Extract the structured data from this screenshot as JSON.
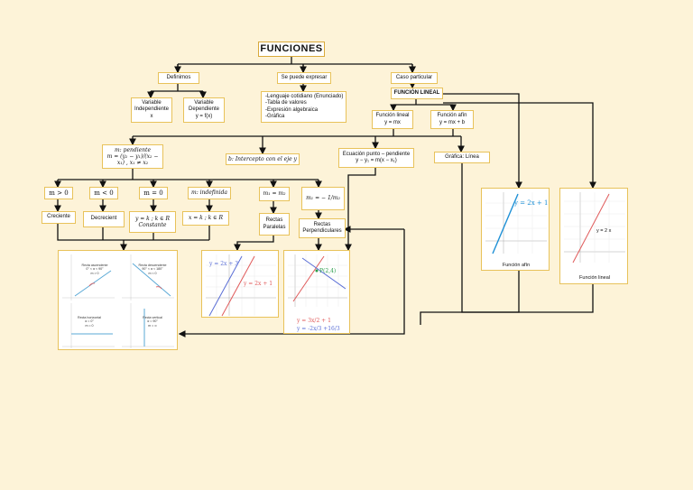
{
  "title": "FUNCIONES",
  "level1": {
    "definimos": "Definimos",
    "se_puede_expresar": "Se puede expresar",
    "caso_particular": "Caso particular"
  },
  "variables": {
    "independiente": "Variable\nIndependiente\nx",
    "dependiente": "Variable\nDependiente\ny = f(x)"
  },
  "expresar_list": "-Lenguaje cotidiano (Enunciado)\n-Tabla de valores\n-Expresión algebraica\n-Gráfica",
  "funcion_lineal_title": "FUNCIÓN LINEAL",
  "funcion_lineal": "Función lineal\ny = mx",
  "funcion_afin": "Función afín\ny = mx + b",
  "pendiente": "m: pendiente\nm = (y₂ − y₁)/(x₂ − x₁) , x₁ ≠ x₂",
  "intercepto": "b: Intercepto con el eje y",
  "punto_pendiente": "Ecuación punto – pendiente\ny − y₁ = m(x − x₁)",
  "grafica_linea": "Gráfica: Línea",
  "slopes": {
    "pos": "m > 0",
    "neg": "m < 0",
    "zero": "m = 0",
    "indef": "m: indefinida",
    "paralelas": "m₁ = m₂",
    "perpendiculares": "m₁ = − 1/m₂"
  },
  "results": {
    "creciente": "Creciente",
    "decreciente": "Decrecient",
    "constante": "y = k ;  k ∈ R\nConstante",
    "vertical": "x = k ;  k ∈ R",
    "paralelas": "Rectas\nParalelas",
    "perpendiculares": "Rectas\nPerpendiculares"
  },
  "quad_panel": {
    "asc": "Recta ascendente\n0° < α < 90°\nm > 0",
    "desc": "Recta descendente\n90° < α < 180°\nm < 0",
    "horiz": "Recta horizontal\nα = 0°\nm = 0",
    "vert": "Recta vertical\nα = 90°\nm = ∞"
  },
  "parallel_panel": {
    "eq1": "y = 2x + 3",
    "eq2": "y = 2x + 1"
  },
  "perp_panel": {
    "point": "P(2,4)",
    "eq1": "y = 3x/2 + 1",
    "eq2": "y = -2x/3 +16/3"
  },
  "afin_panel": {
    "eq": "y = 2x + 1",
    "caption": "Función afín"
  },
  "lineal_panel": {
    "eq": "y = 2 x",
    "caption": "Función lineal"
  },
  "colors": {
    "background": "#fdf3d8",
    "border": "#e8c25a",
    "blue_line": "#5b6fd6",
    "red_line": "#e05a5a",
    "cyan_line": "#1e90d6"
  }
}
